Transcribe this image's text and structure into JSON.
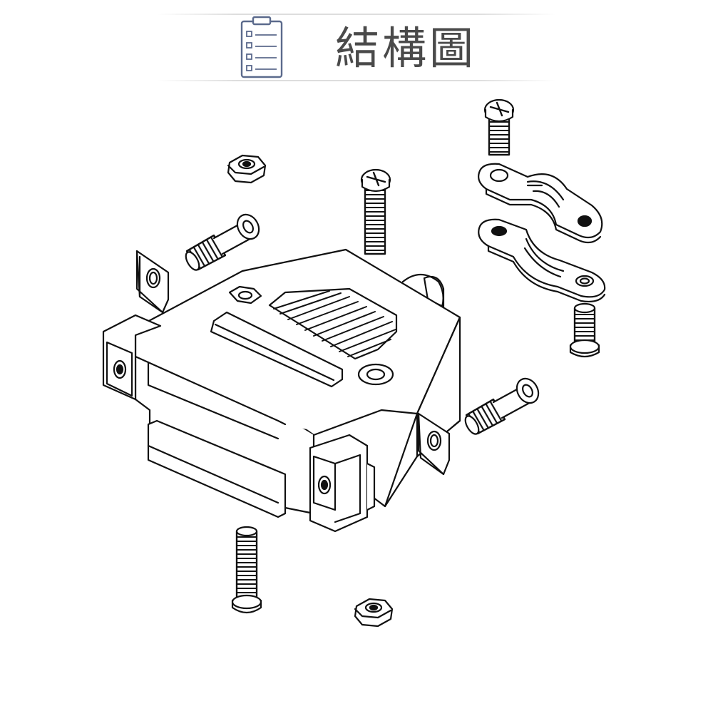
{
  "header": {
    "title": "結構圖",
    "icon": "clipboard-checklist-icon"
  },
  "colors": {
    "line": "#111111",
    "fill_dark": "#1a1a1a",
    "icon_stroke": "#5b6a8c",
    "title": "#4a4a4a"
  },
  "parts": [
    "connector-hood",
    "screw-long",
    "screw-short",
    "hex-nut",
    "jack-screw",
    "cable-clamp",
    "mounting-clip"
  ]
}
